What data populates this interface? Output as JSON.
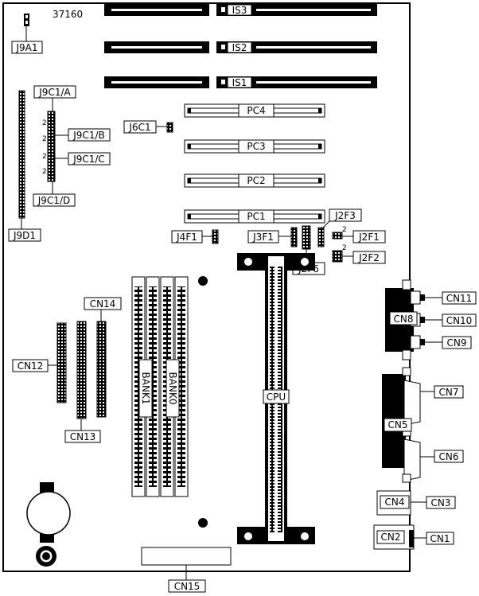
{
  "board": {
    "model": "37160"
  },
  "labels": {
    "is3": "IS3",
    "is2": "IS2",
    "is1": "IS1",
    "pc4": "PC4",
    "pc3": "PC3",
    "pc2": "PC2",
    "pc1": "PC1",
    "j9a1": "J9A1",
    "j9c1a": "J9C1/A",
    "j9c1b": "J9C1/B",
    "j9c1c": "J9C1/C",
    "j9c1d": "J9C1/D",
    "j9d1": "J9D1",
    "j6c1": "J6C1",
    "j4f1": "J4F1",
    "j3f1": "J3F1",
    "j2f3": "J2F3",
    "j2f1": "J2F1",
    "j2f2": "J2F2",
    "j2f6": "J2F6",
    "cn14": "CN14",
    "cn12": "CN12",
    "cn13": "CN13",
    "bank1": "BANK1",
    "bank0": "BANK0",
    "cpu": "CPU",
    "cn11": "CN11",
    "cn10": "CN10",
    "cn9": "CN9",
    "cn8": "CN8",
    "cn7": "CN7",
    "cn5": "CN5",
    "cn6": "CN6",
    "cn4": "CN4",
    "cn3": "CN3",
    "cn2": "CN2",
    "cn1": "CN1",
    "cn15": "CN15",
    "pin2": "2"
  }
}
